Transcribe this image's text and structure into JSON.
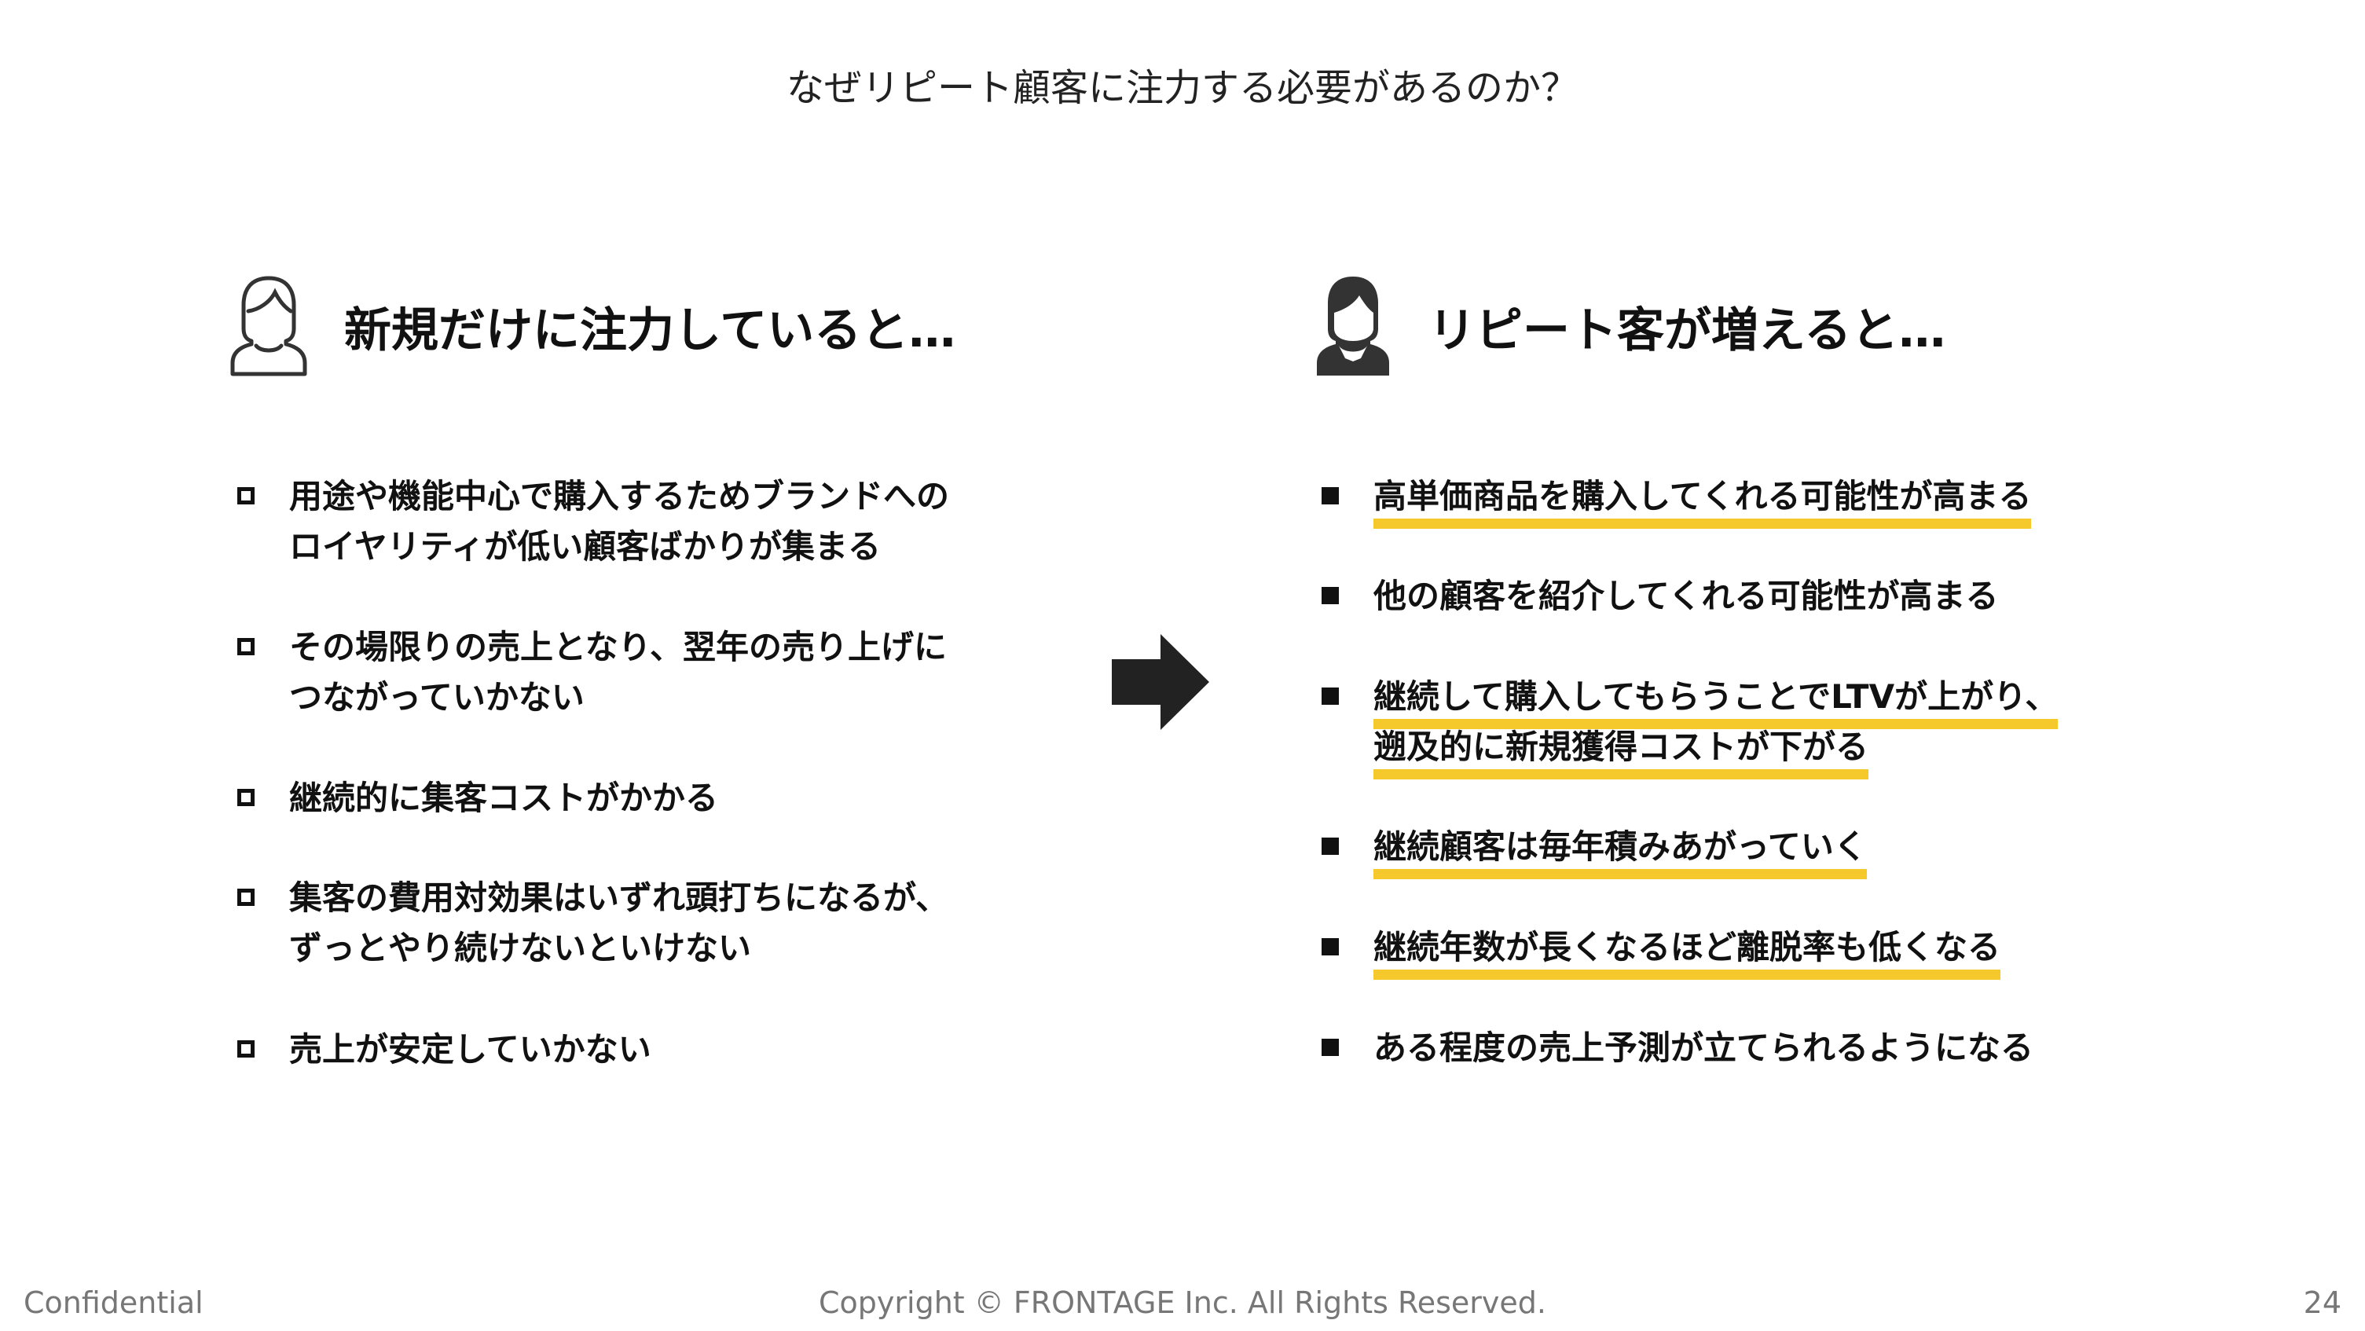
{
  "title": "なぜリピート顧客に注力する必要があるのか？",
  "left": {
    "heading": "新規だけに注力していると…",
    "avatar_icon": "person-outline-icon",
    "items": [
      {
        "lines": [
          "用途や機能中心で購入するためブランドへの",
          "ロイヤリティが低い顧客ばかりが集まる"
        ]
      },
      {
        "lines": [
          "その場限りの売上となり、翌年の売り上げに",
          "つながっていかない"
        ]
      },
      {
        "lines": [
          "継続的に集客コストがかかる"
        ]
      },
      {
        "lines": [
          "集客の費用対効果はいずれ頭打ちになるが、",
          "ずっとやり続けないといけない"
        ]
      },
      {
        "lines": [
          "売上が安定していかない"
        ]
      }
    ]
  },
  "arrow_icon": "arrow-right-icon",
  "right": {
    "heading": "リピート客が増えると…",
    "avatar_icon": "person-filled-icon",
    "items": [
      {
        "lines": [
          "高単価商品を購入してくれる可能性が高まる"
        ],
        "highlighted": true
      },
      {
        "lines": [
          "他の顧客を紹介してくれる可能性が高まる"
        ],
        "highlighted": false
      },
      {
        "lines": [
          "継続して購入してもらうことでLTVが上がり、",
          "遡及的に新規獲得コストが下がる"
        ],
        "highlighted": true
      },
      {
        "lines": [
          "継続顧客は毎年積みあがっていく"
        ],
        "highlighted": true
      },
      {
        "lines": [
          "継続年数が長くなるほど離脱率も低くなる"
        ],
        "highlighted": true
      },
      {
        "lines": [
          "ある程度の売上予測が立てられるようになる"
        ],
        "highlighted": false
      }
    ],
    "highlight_color": "#f5c92c"
  },
  "footer": {
    "left": "Confidential",
    "center": "Copyright © FRONTAGE Inc. All Rights Reserved.",
    "page_number": "24"
  }
}
